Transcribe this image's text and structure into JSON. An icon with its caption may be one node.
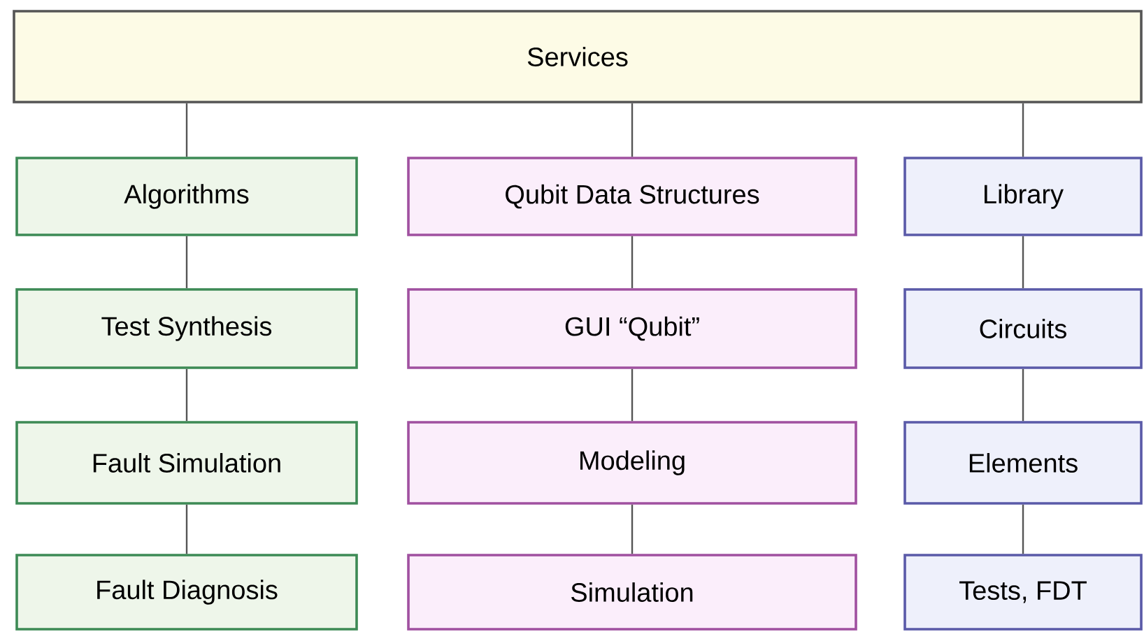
{
  "diagram": {
    "nodes": [
      {
        "text": [
          "Services"
        ]
      },
      {
        "text": [
          "Algorithms"
        ]
      },
      {
        "text": [
          "Test Synthesis"
        ]
      },
      {
        "text": [
          "Fault Simulation"
        ]
      },
      {
        "text": [
          "Fault Diagnosis"
        ]
      },
      {
        "text": [
          "Qubit Data Structures"
        ]
      },
      {
        "text": [
          "GUI “Qubit”"
        ]
      },
      {
        "text": [
          "Modeling"
        ]
      },
      {
        "text": [
          "Simulation"
        ]
      },
      {
        "text": [
          "Library"
        ]
      },
      {
        "text": [
          "Circuits"
        ]
      },
      {
        "text": [
          "Elements"
        ]
      },
      {
        "text": [
          "Tests, FDT"
        ]
      }
    ],
    "edges": [
      {
        "from": 0,
        "to": 1,
        "arrow": "none"
      },
      {
        "from": 1,
        "to": 2,
        "arrow": "none"
      },
      {
        "from": 2,
        "to": 3,
        "arrow": "none"
      },
      {
        "from": 3,
        "to": 4,
        "arrow": "none"
      },
      {
        "from": 0,
        "to": 5,
        "arrow": "none"
      },
      {
        "from": 5,
        "to": 6,
        "arrow": "none"
      },
      {
        "from": 6,
        "to": 7,
        "arrow": "none"
      },
      {
        "from": 7,
        "to": 8,
        "arrow": "none"
      },
      {
        "from": 0,
        "to": 9,
        "arrow": "none"
      },
      {
        "from": 9,
        "to": 10,
        "arrow": "none"
      },
      {
        "from": 10,
        "to": 11,
        "arrow": "none"
      },
      {
        "from": 11,
        "to": 12,
        "arrow": "none"
      }
    ]
  }
}
